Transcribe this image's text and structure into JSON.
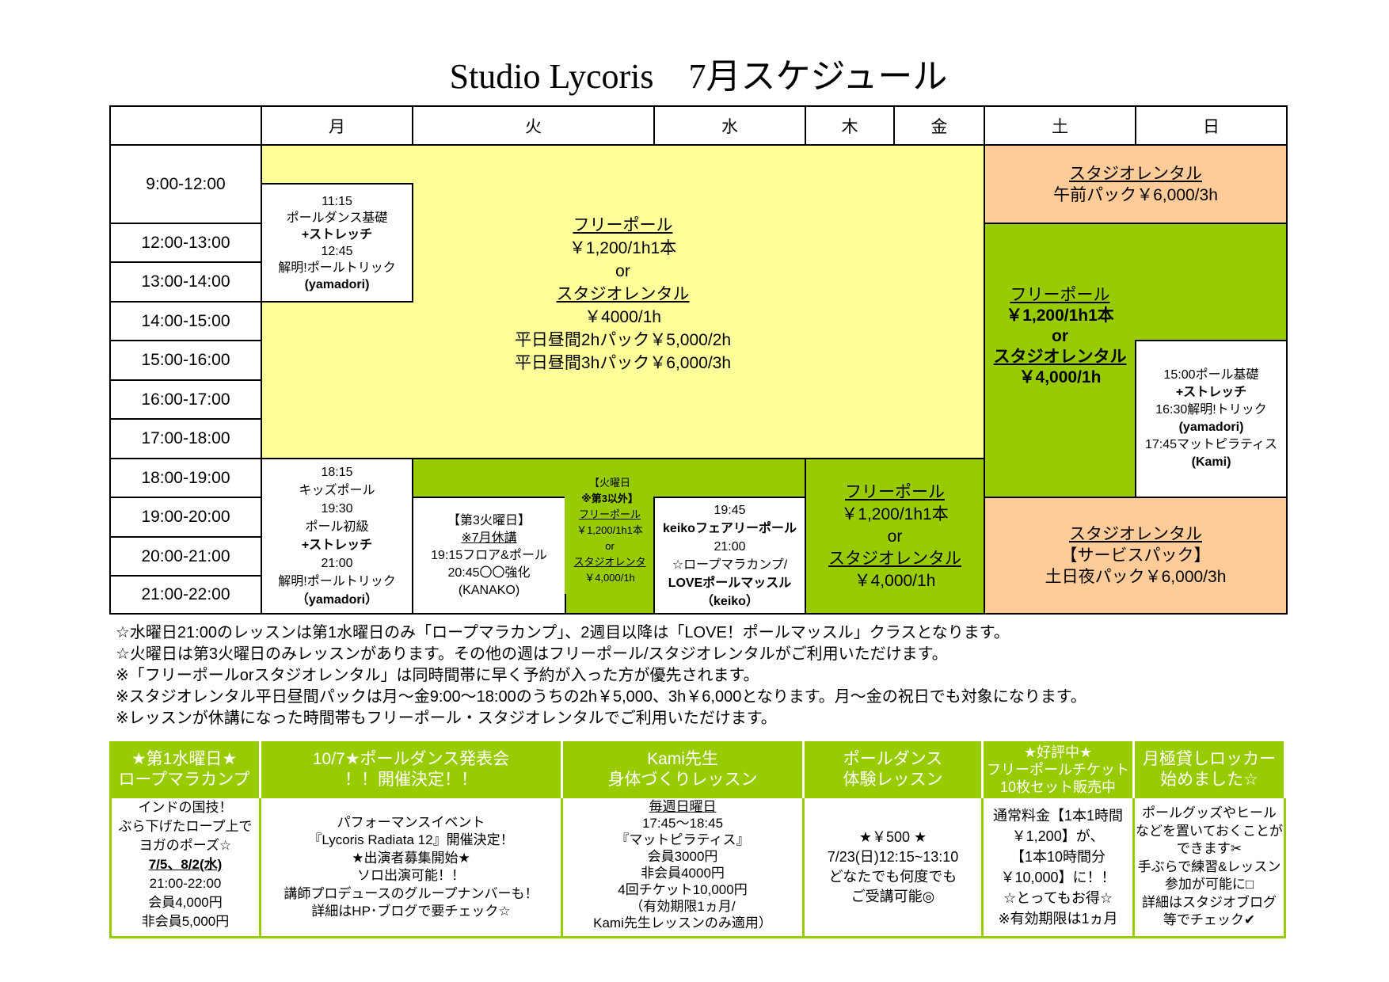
{
  "title": "Studio Lycoris　7月スケジュール",
  "days": [
    "月",
    "火",
    "水",
    "木",
    "金",
    "土",
    "日"
  ],
  "times": [
    "9:00-12:00",
    "12:00-13:00",
    "13:00-14:00",
    "14:00-15:00",
    "15:00-16:00",
    "16:00-17:00",
    "17:00-18:00",
    "18:00-19:00",
    "19:00-20:00",
    "20:00-21:00",
    "21:00-22:00"
  ],
  "colors": {
    "green": "#99CC00",
    "yellow": "#FFFF99",
    "orange": "#FFCC99"
  },
  "cells": {
    "weekday_free": [
      "フリーポール",
      "￥1,200/1h1本",
      "or",
      "スタジオレンタル",
      "￥4000/1h",
      "平日昼間2hパック￥5,000/2h",
      "平日昼間3hパック￥6,000/3h"
    ],
    "mon_am": [
      "11:15",
      "ポールダンス基礎",
      "+ストレッチ",
      "12:45",
      "解明!ポールトリック",
      "(yamadori)"
    ],
    "weekend_am": [
      "スタジオレンタル",
      "午前パック￥6,000/3h"
    ],
    "weekend_free": [
      "フリーポール",
      "￥1,200/1h1本",
      "or",
      "スタジオレンタル",
      "￥4,000/1h"
    ],
    "sun_class": [
      "15:00ポール基礎",
      "+ストレッチ",
      "16:30解明!トリック",
      "(yamadori)",
      "17:45マットピラティス",
      "(Kami)"
    ],
    "weekend_night": [
      "スタジオレンタル",
      "【サービスパック】",
      "土日夜パック￥6,000/3h"
    ],
    "mon_night": [
      "18:15",
      "キッズポール",
      "19:30",
      "ポール初級",
      "+ストレッチ",
      "21:00",
      "解明!ポールトリック",
      "（yamadori）"
    ],
    "tue_third": [
      "【第3火曜日】",
      "※7月休講",
      "19:15フロア&ポール",
      "20:45〇〇強化",
      "(KANAKO)"
    ],
    "tue_other": [
      "【火曜日",
      "※第3以外】",
      "フリーポール",
      "￥1,200/1h1本",
      "or",
      "スタジオレンタ",
      "￥4,000/1h"
    ],
    "wed_night": [
      "19:45",
      "keikoフェアリーポール",
      "21:00",
      "☆ロープマラカンプ/",
      "LOVEポールマッスル",
      "（keiko）"
    ],
    "thufri_night": [
      "フリーポール",
      "￥1,200/1h1本",
      "or",
      "スタジオレンタル",
      "￥4,000/1h"
    ]
  },
  "notes": [
    "☆水曜日21:00のレッスンは第1水曜日のみ「ロープマラカンプ」、2週目以降は「LOVE！ポールマッスル」クラスとなります。",
    "☆火曜日は第3火曜日のみレッスンがあります。その他の週はフリーポール/スタジオレンタルがご利用いただけます。",
    "※「フリーポールorスタジオレンタル」は同時間帯に早く予約が入った方が優先されます。",
    "※スタジオレンタル平日昼間パックは月～金9:00～18:00のうちの2h￥5,000、3h￥6,000となります。月～金の祝日でも対象になります。",
    "※レッスンが休講になった時間帯もフリーポール・スタジオレンタルでご利用いただけます。"
  ],
  "info": [
    {
      "header": [
        "★第1水曜日★",
        "ロープマラカンプ"
      ],
      "body": [
        "インドの国技！",
        "ぶら下げたロープ上で",
        "ヨガのポーズ☆",
        "7/5、8/2(水)",
        "21:00-22:00",
        "会員4,000円",
        "非会員5,000円"
      ]
    },
    {
      "header": [
        "10/7★ポールダンス発表会",
        "！！開催決定！！"
      ],
      "body": [
        "パフォーマンスイベント",
        "『Lycoris Radiata 12』開催決定！",
        "★出演者募集開始★",
        "ソロ出演可能！！",
        "講師プロデュースのグループナンバーも！",
        "詳細はHP･ブログで要チェック☆"
      ]
    },
    {
      "header": [
        "Kami先生",
        "身体づくりレッスン"
      ],
      "body": [
        "毎週日曜日",
        "17:45～18:45",
        "『マットピラティス』",
        "会員3000円",
        "非会員4000円",
        "4回チケット10,000円",
        "（有効期限1ヵ月/",
        "Kami先生レッスンのみ適用）"
      ]
    },
    {
      "header": [
        "ポールダンス",
        "体験レッスン"
      ],
      "body": [
        "★￥500 ★",
        "7/23(日)12:15~13:10",
        "どなたでも何度でも",
        "ご受講可能◎"
      ]
    },
    {
      "header": [
        "★好評中★",
        "フリーポールチケット",
        "10枚セット販売中"
      ],
      "body": [
        "通常料金【1本1時間",
        "￥1,200】が、",
        "【1本10時間分",
        "￥10,000】に！！",
        "☆とってもお得☆",
        "※有効期限は1ヵ月"
      ]
    },
    {
      "header": [
        "月極貸しロッカー",
        "始めました☆"
      ],
      "body": [
        "ポールグッズやヒール",
        "などを置いておくことが",
        "できます✂",
        "手ぶらで練習&レッスン",
        "参加が可能に□",
        "詳細はスタジオブログ",
        "等でチェック✔"
      ]
    }
  ]
}
